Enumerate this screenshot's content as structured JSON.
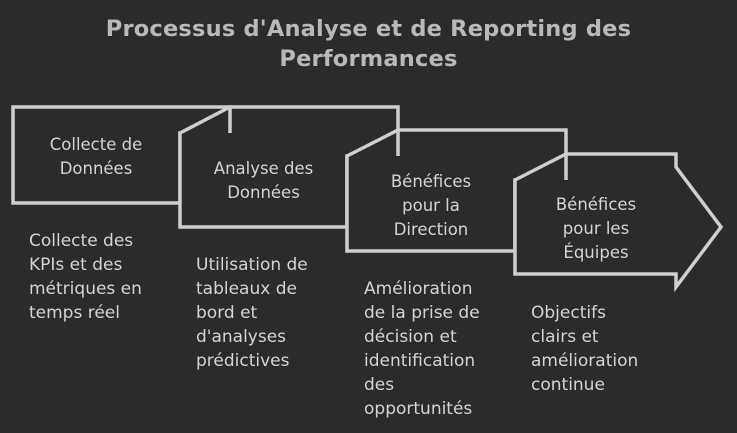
{
  "title": "Processus d'Analyse et de Reporting des Performances",
  "steps": [
    {
      "label": "Collecte de\nDonnées",
      "description": "Collecte des\nKPIs et des\nmétriques en\ntemps réel"
    },
    {
      "label": "Analyse des\nDonnées",
      "description": "Utilisation de\ntableaux de\nbord et\nd'analyses\nprédictives"
    },
    {
      "label": "Bénéfices\npour la\nDirection",
      "description": "Amélioration\nde la prise de\ndécision et\nidentification\ndes\nopportunités"
    },
    {
      "label": "Bénéfices\npour les\nÉquipes",
      "description": "Objectifs\nclairs et\namélioration\ncontinue"
    }
  ],
  "colors": {
    "background": "#2b2b2b",
    "stroke": "#cfcfcf",
    "text": "#d4d4d4",
    "title": "#b9b9b9"
  }
}
